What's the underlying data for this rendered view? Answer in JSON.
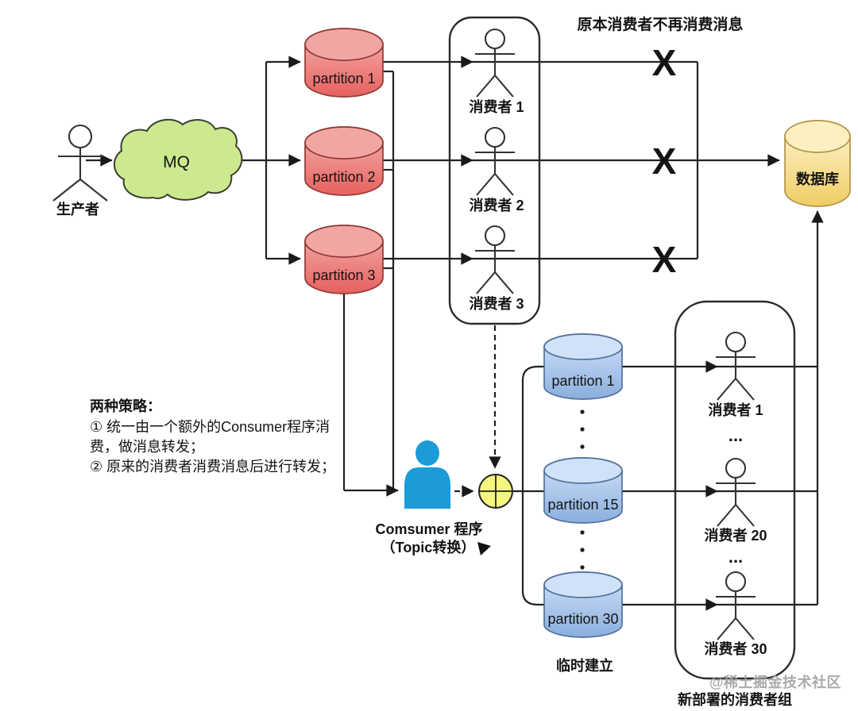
{
  "note_top": "原本消费者不再消费消息",
  "producer": {
    "label": "生产者"
  },
  "mq": {
    "label": "MQ"
  },
  "old_partitions": [
    {
      "label": "partition 1"
    },
    {
      "label": "partition 2"
    },
    {
      "label": "partition 3"
    }
  ],
  "old_consumers": [
    {
      "label": "消费者 1"
    },
    {
      "label": "消费者 2"
    },
    {
      "label": "消费者 3"
    }
  ],
  "cross_mark": "X",
  "database": {
    "label": "数据库"
  },
  "strategies": {
    "title": "两种策略：",
    "line1": "① 统一由一个额外的Consumer程序消",
    "line2": "费，做消息转发；",
    "line3": "② 原来的消费者消费消息后进行转发；"
  },
  "program": {
    "name": "Comsumer 程序",
    "sub": "（Topic转换）"
  },
  "new_partitions": [
    {
      "label": "partition 1"
    },
    {
      "label": "partition 15"
    },
    {
      "label": "partition 30"
    }
  ],
  "new_consumers": [
    {
      "label": "消费者 1"
    },
    {
      "label": "消费者 20"
    },
    {
      "label": "消费者 30"
    }
  ],
  "ellipsis": "...",
  "temp_label": "临时建立",
  "new_group_label": "新部署的消费者组",
  "watermark": "@稀土掘金技术社区",
  "colors": {
    "old_partition": "#ed8280",
    "new_partition": "#a9c8ee",
    "database": "#f6da7d",
    "mq_cloud": "#cde98f",
    "cross": "#c9156d",
    "program_person": "#1b9cd8",
    "old_consumer_head": "#f9c583",
    "new_consumer_head": "#bdd7f1"
  }
}
